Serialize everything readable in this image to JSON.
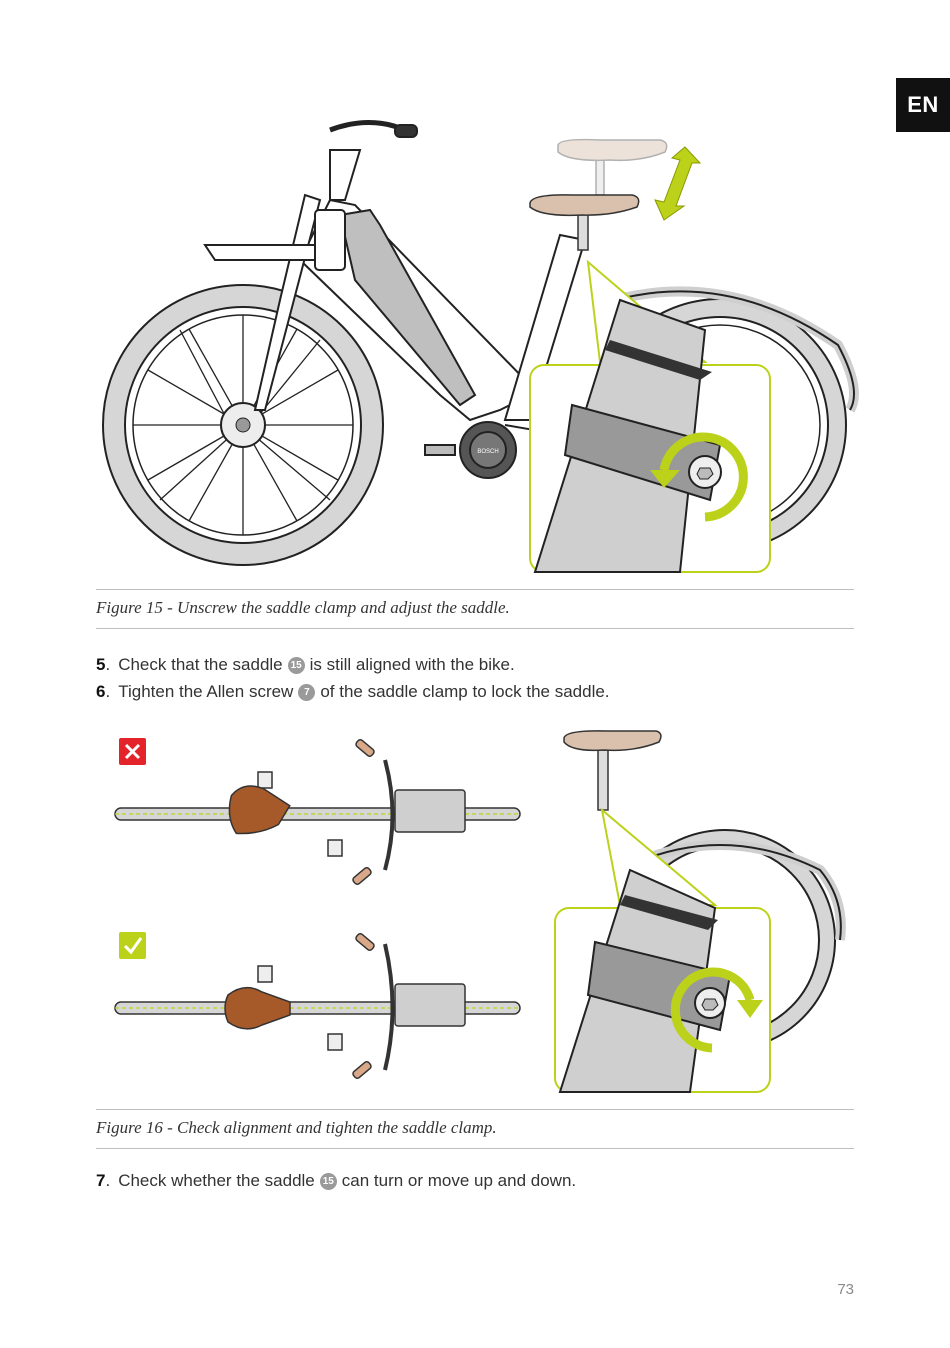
{
  "lang_tab": "EN",
  "figure15": {
    "caption": "Figure 15  - Unscrew the saddle clamp and adjust the saddle."
  },
  "steps": [
    {
      "num": "5",
      "before": "Check that the saddle",
      "badge": "15",
      "after": "is still aligned with the bike."
    },
    {
      "num": "6",
      "before": "Tighten the Allen screw",
      "badge": "7",
      "after": "of the saddle clamp to lock the saddle."
    }
  ],
  "figure16": {
    "caption": "Figure 16  - Check alignment and tighten the saddle clamp.",
    "wrong_icon": "cross-icon",
    "right_icon": "check-icon"
  },
  "step7": {
    "num": "7",
    "before": "Check whether the saddle",
    "badge": "15",
    "after": "can turn or move up and down."
  },
  "bike_logo": "BOSCH",
  "page_number": "73",
  "colors": {
    "accent": "#bcd21a",
    "wrong": "#e3242b",
    "saddle": "#d9c1ad",
    "saddle_top": "#a65a2a",
    "tire": "#d6d6d6"
  }
}
